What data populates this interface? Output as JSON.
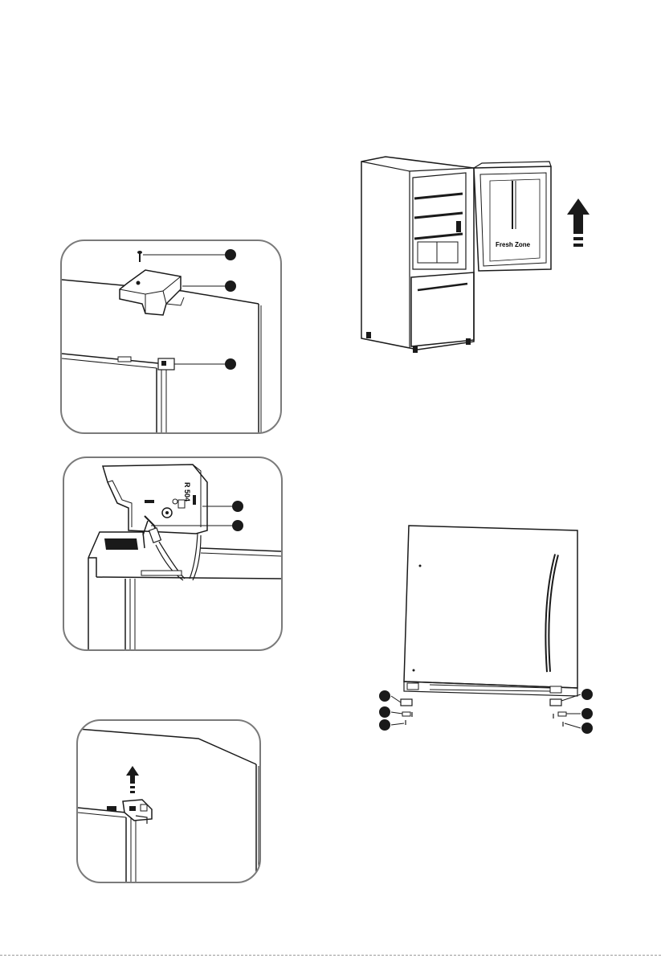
{
  "page": {
    "colors": {
      "line": "#1a1a1a",
      "panel_border": "#7a7a7a",
      "background": "#ffffff"
    }
  },
  "fridge_open": {
    "door_label": "Fresh Zone"
  },
  "hinge_cover_detail": {
    "callout_count": 3
  },
  "wiring_detail": {
    "cover_label": "R 504",
    "callout_count": 2
  },
  "hinge_lift_detail": {
    "arrow_direction": "up"
  },
  "door_bottom": {
    "callout_count": 6
  },
  "icons": {
    "lift_arrow": "arrow-up-icon"
  }
}
